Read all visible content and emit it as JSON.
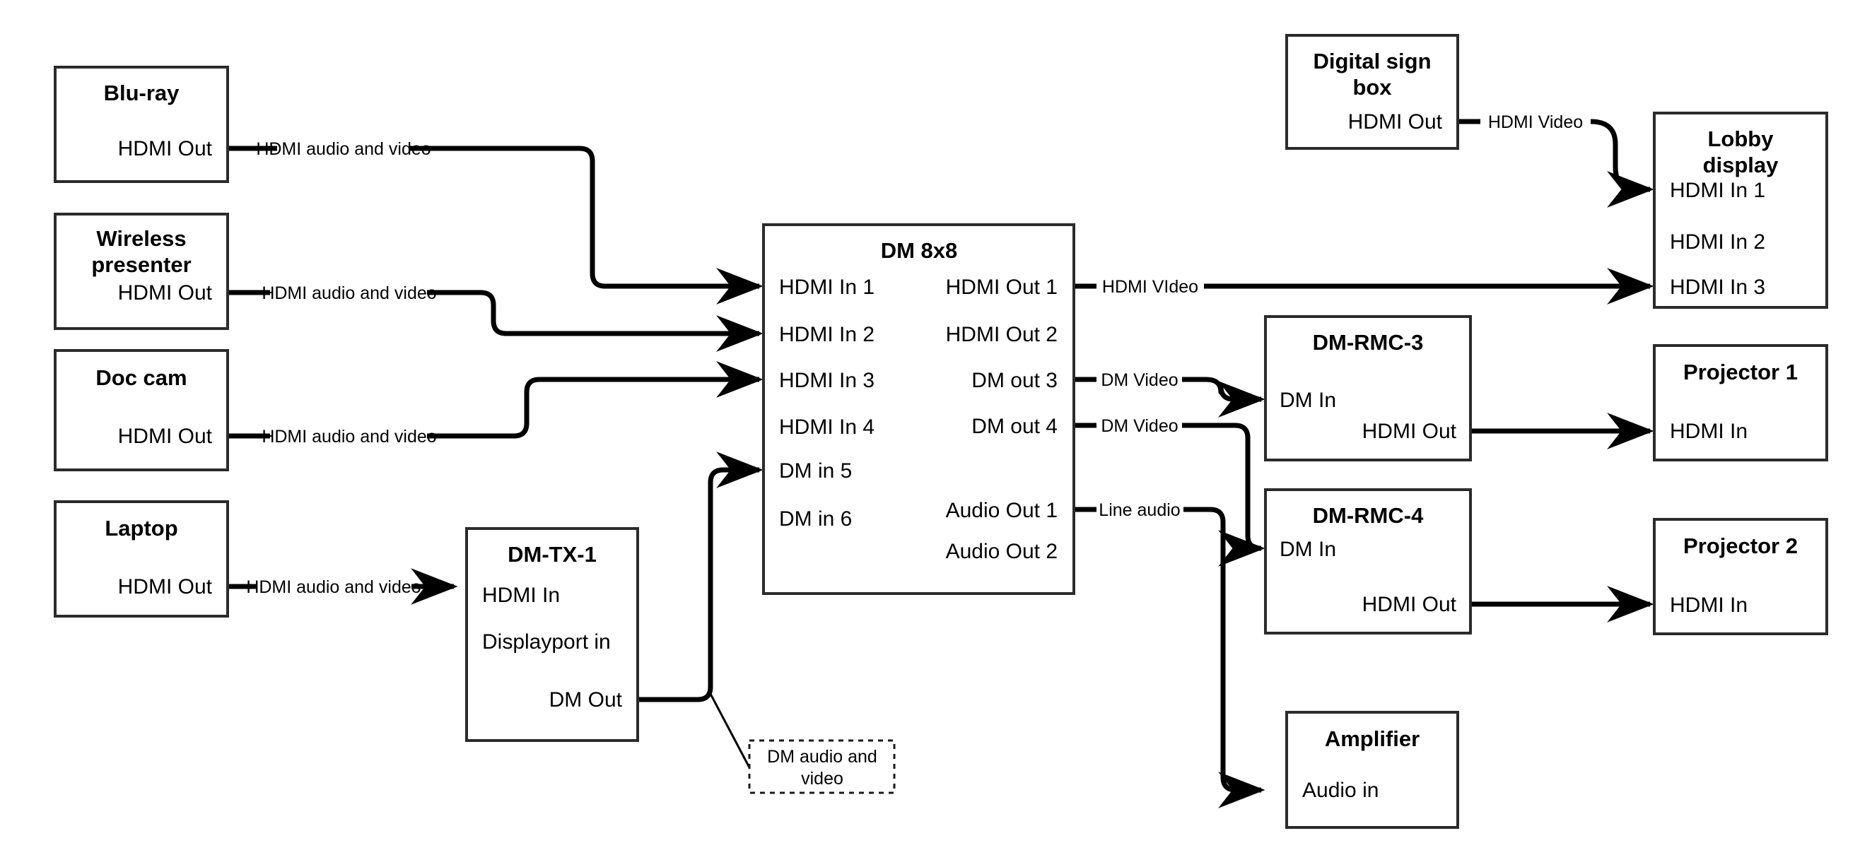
{
  "diagram": {
    "title": "AV System Signal Flow",
    "colors": {
      "background": "#ffffff",
      "box_stroke": "#2b2b2b",
      "wire": "#000000",
      "text": "#000000"
    }
  },
  "nodes": {
    "bluray": {
      "title": "Blu-ray",
      "ports_right": [
        "HDMI Out"
      ]
    },
    "wireless": {
      "title_line1": "Wireless",
      "title_line2": "presenter",
      "ports_right": [
        "HDMI Out"
      ]
    },
    "doccam": {
      "title": "Doc cam",
      "ports_right": [
        "HDMI Out"
      ]
    },
    "laptop": {
      "title": "Laptop",
      "ports_right": [
        "HDMI Out"
      ]
    },
    "dmtx1": {
      "title": "DM-TX-1",
      "ports_left": [
        "HDMI In",
        "Displayport in"
      ],
      "ports_right": [
        "DM Out"
      ]
    },
    "dm8x8": {
      "title": "DM 8x8",
      "inputs": [
        "HDMI In 1",
        "HDMI In 2",
        "HDMI In 3",
        "HDMI In 4",
        "DM in 5",
        "DM in 6"
      ],
      "outputs": [
        "HDMI Out 1",
        "HDMI Out 2",
        "DM out 3",
        "DM out 4",
        "Audio Out 1",
        "Audio Out 2"
      ]
    },
    "digitalsign": {
      "title_line1": "Digital sign",
      "title_line2": "box",
      "ports_right": [
        "HDMI Out"
      ]
    },
    "lobby": {
      "title_line1": "Lobby",
      "title_line2": "display",
      "ports_left": [
        "HDMI In 1",
        "HDMI In 2",
        "HDMI In 3"
      ]
    },
    "dmrmc3": {
      "title": "DM-RMC-3",
      "ports_left": [
        "DM In"
      ],
      "ports_right": [
        "HDMI Out"
      ]
    },
    "dmrmc4": {
      "title": "DM-RMC-4",
      "ports_left": [
        "DM In"
      ],
      "ports_right": [
        "HDMI Out"
      ]
    },
    "projector1": {
      "title": "Projector 1",
      "ports_left": [
        "HDMI In"
      ]
    },
    "projector2": {
      "title": "Projector 2",
      "ports_left": [
        "HDMI In"
      ]
    },
    "amplifier": {
      "title": "Amplifier",
      "ports_left": [
        "Audio in"
      ]
    }
  },
  "callouts": {
    "dm_audio_video": {
      "line1": "DM audio and",
      "line2": "video"
    }
  },
  "wire_labels": {
    "bluray_to_dm": "HDMI audio and video",
    "wireless_to_dm": "HDMI audio and video",
    "doccam_to_dm": "HDMI audio and video",
    "laptop_to_dmtx1": "HDMI audio and video",
    "sign_to_lobby": "HDMI Video",
    "hdmiout1_to_lobby": "HDMI VIdeo",
    "dmout3_to_rmc3": "DM Video",
    "dmout4_to_rmc4": "DM Video",
    "audioout1_to_amp": "Line audio"
  }
}
